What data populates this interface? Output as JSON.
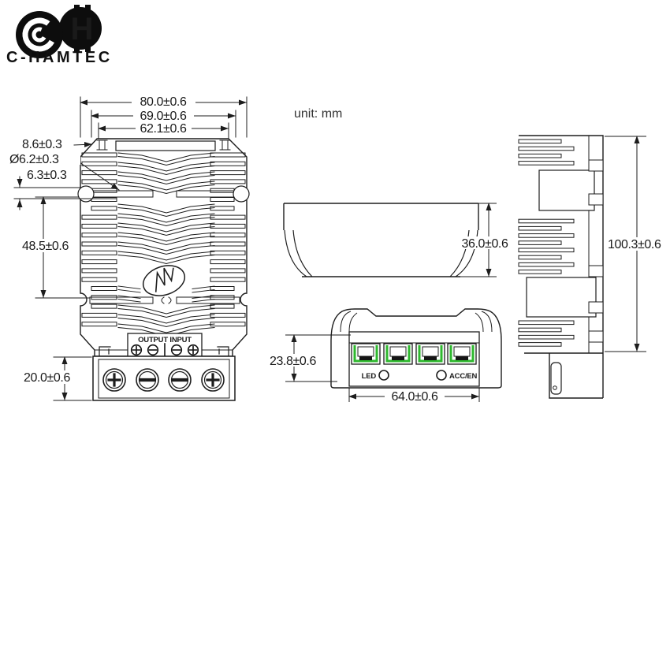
{
  "brand": {
    "name": "C-HAMTEC",
    "monogram_left": "C",
    "monogram_right": "H"
  },
  "note": {
    "unit": "unit: mm"
  },
  "front_view": {
    "dim_width_outer": "80.0±0.6",
    "dim_width_mid": "69.0±0.6",
    "dim_width_inner": "62.1±0.6",
    "dim_tab": "8.6±0.3",
    "dim_hole_diameter": "Ø6.2±0.3",
    "dim_hole_offset": "6.3±0.3",
    "dim_body_height": "48.5±0.6",
    "dim_terminal_height": "20.0±0.6",
    "terminal_label": "OUTPUT INPUT",
    "polarity_icons": [
      "plus-circle",
      "minus-circle",
      "minus-circle",
      "plus-circle"
    ],
    "screw_icons": [
      "phillips-screw",
      "slot-screw",
      "slot-screw",
      "phillips-screw"
    ]
  },
  "side_view": {
    "dim_height": "36.0±0.6"
  },
  "bottom_view": {
    "dim_height": "23.8±0.6",
    "dim_width": "64.0±0.6",
    "led_label": "LED",
    "accen_label": "ACC/EN",
    "connector_count": 4
  },
  "profile_view": {
    "dim_height": "100.3±0.6"
  },
  "colors": {
    "line": "#1d1d1d",
    "connector_green": "#2eb82e"
  }
}
